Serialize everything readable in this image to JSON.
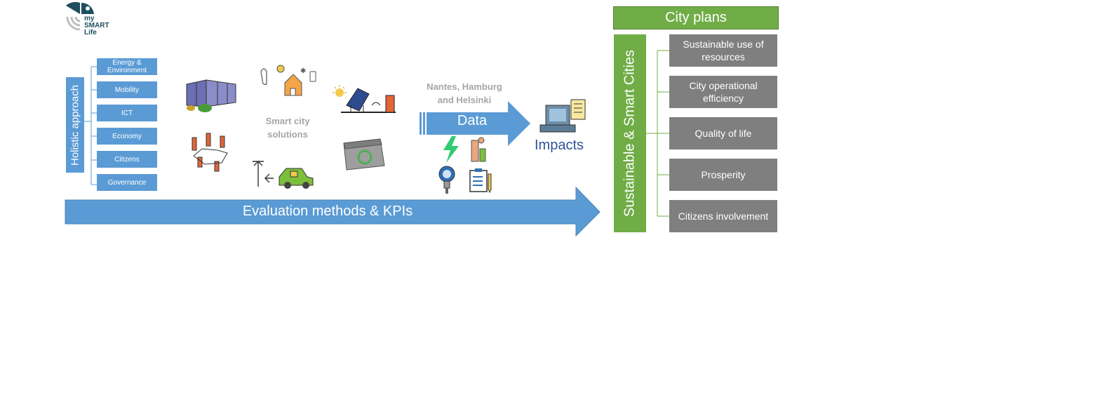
{
  "logo": {
    "line1": "my",
    "line2": "SMART",
    "line3": "Life"
  },
  "holistic": {
    "label": "Holistic approach",
    "categories": [
      "Energy & Environment",
      "Mobility",
      "ICT",
      "Economy",
      "Citizens",
      "Governance"
    ]
  },
  "solutions_label": "Smart city solutions",
  "cities_label": "Nantes, Hamburg and Helsinki",
  "data_label": "Data",
  "impacts_label": "Impacts",
  "evaluation_label": "Evaluation methods & KPIs",
  "city_plans_label": "City plans",
  "sustainable_label": "Sustainable & Smart Cities",
  "outcomes": [
    "Sustainable use of resources",
    "City operational efficiency",
    "Quality of life",
    "Prosperity",
    "Citizens involvement"
  ],
  "colors": {
    "blue": "#5b9bd5",
    "green": "#70ad47",
    "gray": "#7f7f7f",
    "dark_teal": "#1f4e5f",
    "impacts_text": "#2f5597"
  }
}
